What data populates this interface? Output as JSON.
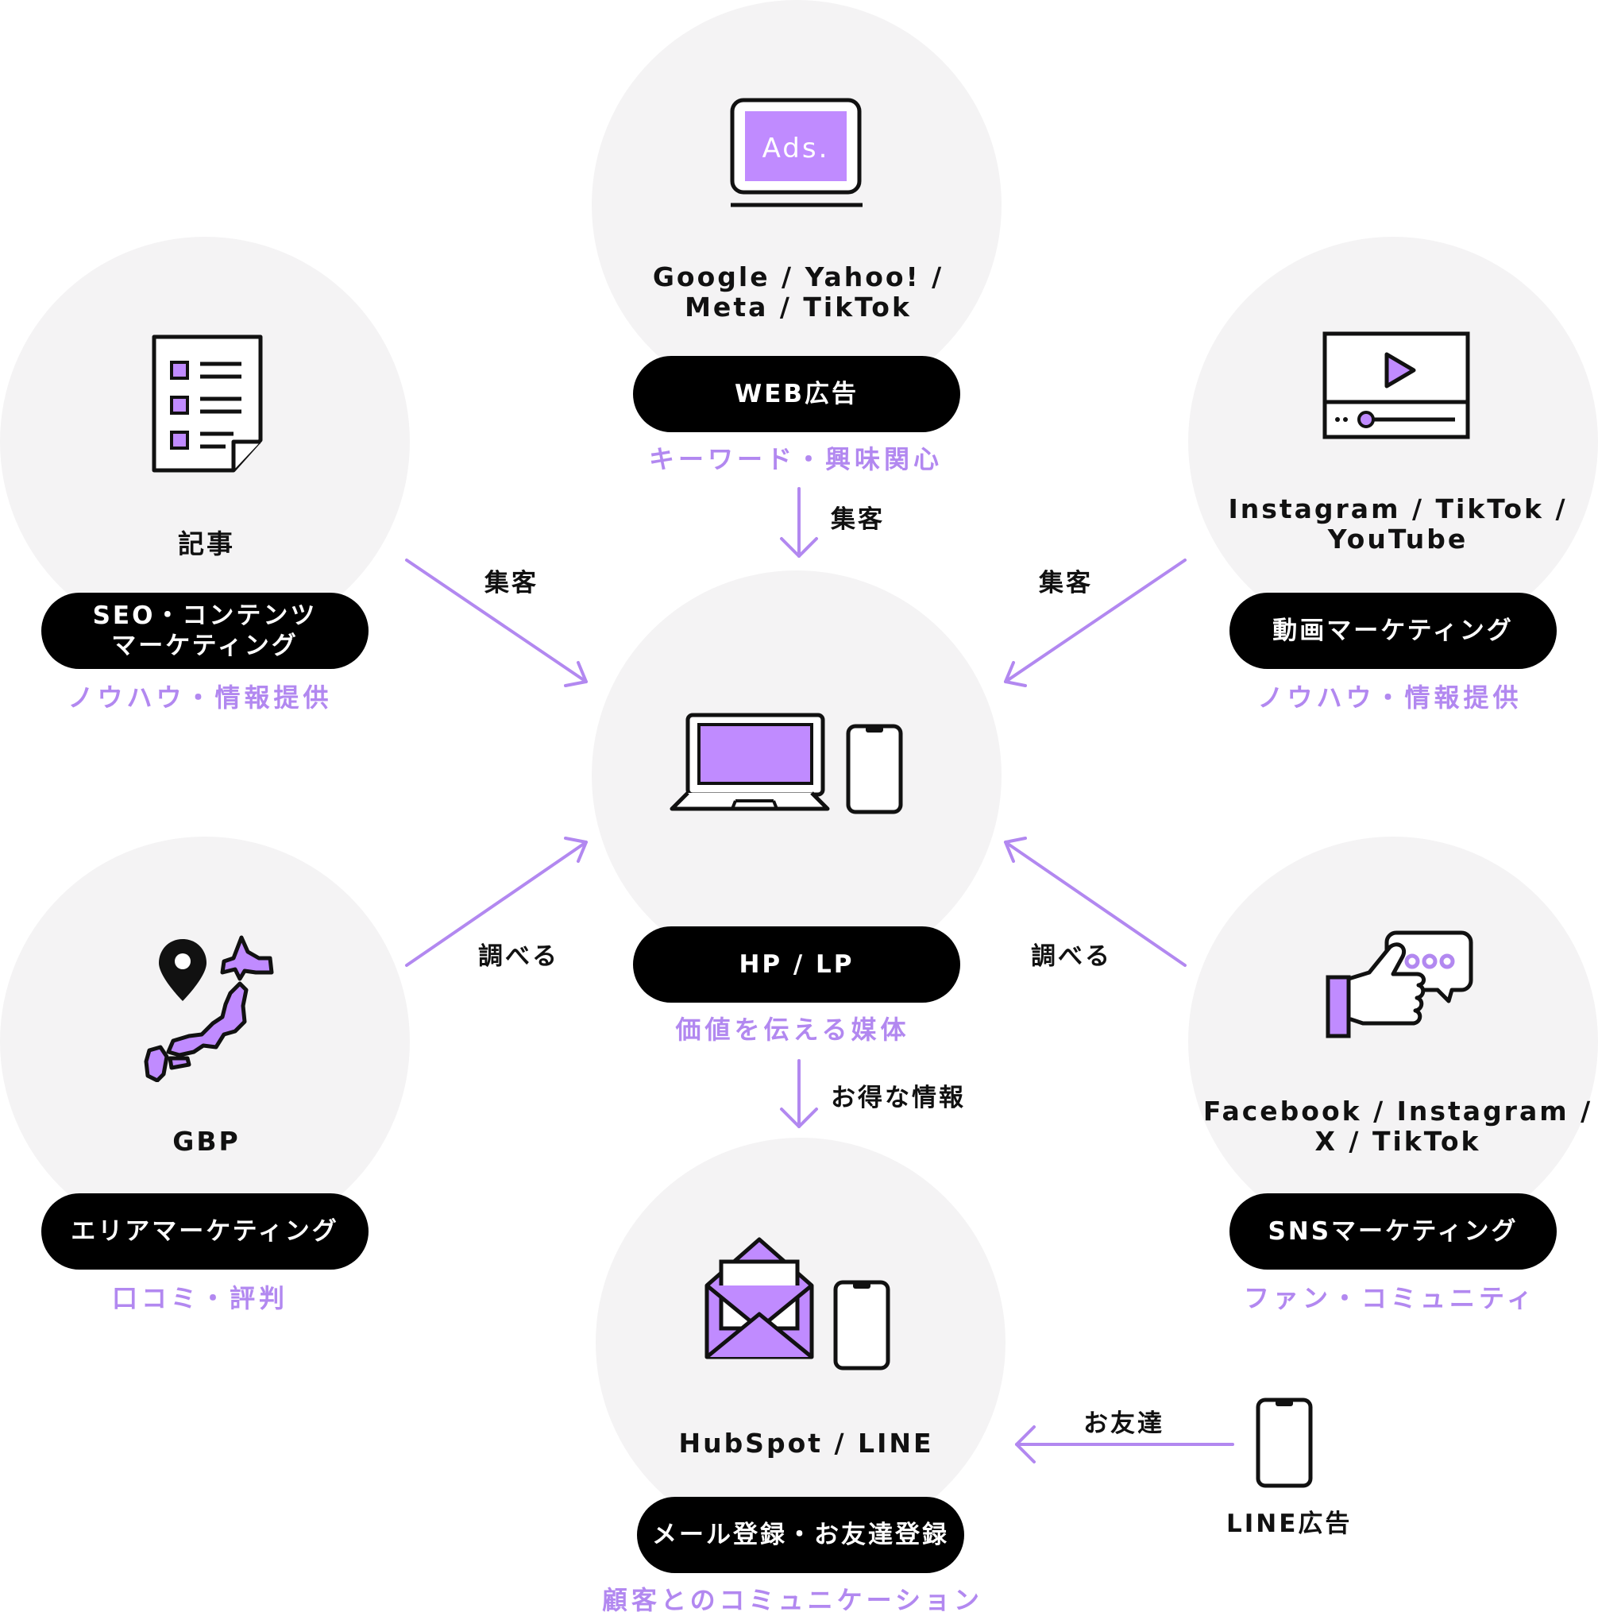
{
  "colors": {
    "accent": "#b288f0",
    "icon_fill": "#c08bff",
    "circle": "#f4f3f4",
    "pill": "#000000"
  },
  "center": {
    "pill": "HP / LP",
    "desc": "価値を伝える媒体",
    "icon": "laptop-and-smartphone-icon"
  },
  "top": {
    "icon_text": "Ads.",
    "platforms": "Google / Yahoo! /\nMeta / TikTok",
    "pill": "WEB広告",
    "desc": "キーワード・興味関心",
    "flow": "集客",
    "icon": "ads-monitor-icon"
  },
  "left_top": {
    "platforms": "記事",
    "pill": "SEO・コンテンツ\nマーケティング",
    "desc": "ノウハウ・情報提供",
    "flow": "集客",
    "icon": "checklist-document-icon"
  },
  "right_top": {
    "platforms": "Instagram / TikTok /\nYouTube",
    "pill": "動画マーケティング",
    "desc": "ノウハウ・情報提供",
    "flow": "集客",
    "icon": "video-player-icon"
  },
  "left_bottom": {
    "platforms": "GBP",
    "pill": "エリアマーケティング",
    "desc": "口コミ・評判",
    "flow": "調べる",
    "icon": "japan-map-pin-icon"
  },
  "right_bottom": {
    "platforms": "Facebook / Instagram /\nX / TikTok",
    "pill": "SNSマーケティング",
    "desc": "ファン・コミュニティ",
    "flow": "調べる",
    "icon": "thumbs-up-chat-icon"
  },
  "bottom": {
    "platforms": "HubSpot / LINE",
    "pill": "メール登録・お友達登録",
    "desc": "顧客とのコミュニケーション",
    "flow": "お得な情報",
    "icon": "mail-and-smartphone-icon"
  },
  "line_ad": {
    "label": "LINE広告",
    "flow": "お友達",
    "icon": "smartphone-icon"
  }
}
